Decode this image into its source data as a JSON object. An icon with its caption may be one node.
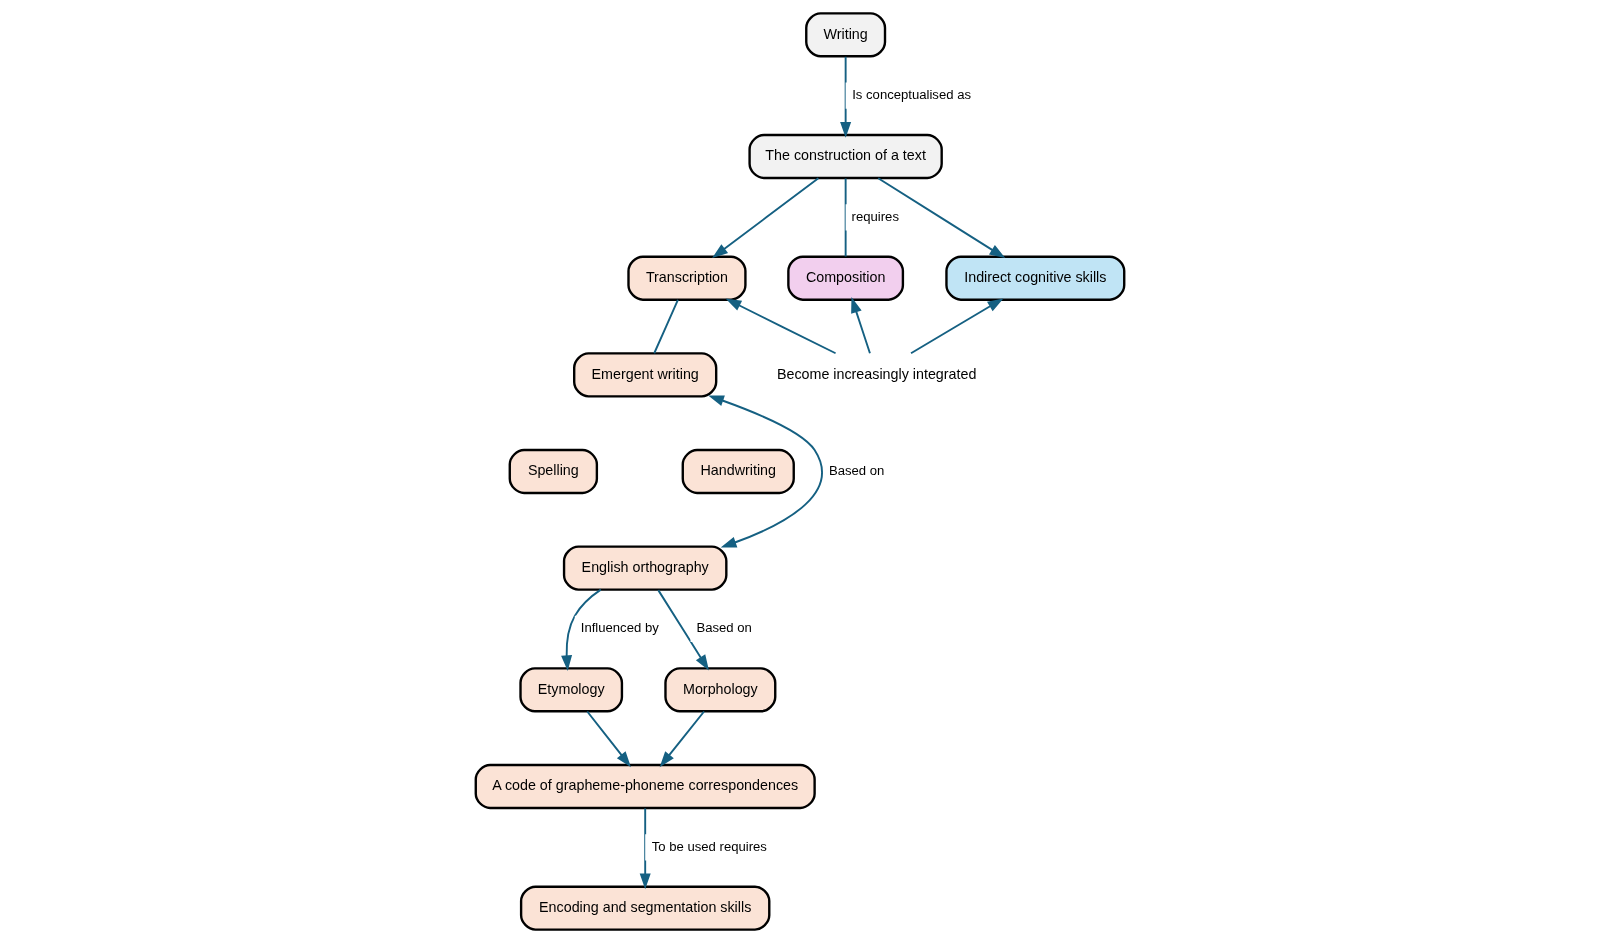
{
  "diagram": {
    "nodes": [
      {
        "text": [
          "Writing"
        ]
      },
      {
        "text": [
          "The construction of a text"
        ]
      },
      {
        "text": [
          "Transcription"
        ]
      },
      {
        "text": [
          "Composition"
        ]
      },
      {
        "text": [
          "Indirect cognitive skills"
        ]
      },
      {
        "text": [
          "Emergent writing"
        ]
      },
      {
        "text": [
          "Spelling"
        ]
      },
      {
        "text": [
          "Handwriting"
        ]
      },
      {
        "text": [
          "English orthography"
        ]
      },
      {
        "text": [
          "Etymology"
        ]
      },
      {
        "text": [
          "A code of grapheme-phoneme correspondences"
        ]
      },
      {
        "text": [
          "Morphology"
        ]
      },
      {
        "text": [
          "Encoding and segmentation skills"
        ]
      },
      {
        "text": [
          "Become increasingly integrated"
        ]
      }
    ],
    "edges": [
      {
        "from": 0,
        "to": 1,
        "arrow": "to",
        "label": "Is conceptualised as"
      },
      {
        "from": 1,
        "to": 2,
        "arrow": "to"
      },
      {
        "from": 1,
        "to": 3,
        "arrow": "none",
        "label": "requires"
      },
      {
        "from": 1,
        "to": 4,
        "arrow": "to"
      },
      {
        "from": 2,
        "to": 5,
        "arrow": "none"
      },
      {
        "from": 13,
        "to": 2,
        "arrow": "to"
      },
      {
        "from": 13,
        "to": 3,
        "arrow": "to"
      },
      {
        "from": 13,
        "to": 4,
        "arrow": "to"
      },
      {
        "from": 8,
        "to": 5,
        "arrow": "both",
        "label": "Based on"
      },
      {
        "from": 8,
        "to": 9,
        "arrow": "to",
        "label": "Influenced by"
      },
      {
        "from": 8,
        "to": 11,
        "arrow": "to",
        "label": "Based on"
      },
      {
        "from": 9,
        "to": 10,
        "arrow": "to"
      },
      {
        "from": 11,
        "to": 10,
        "arrow": "to"
      },
      {
        "from": 10,
        "to": 12,
        "arrow": "to",
        "label": "To be used requires"
      }
    ]
  }
}
